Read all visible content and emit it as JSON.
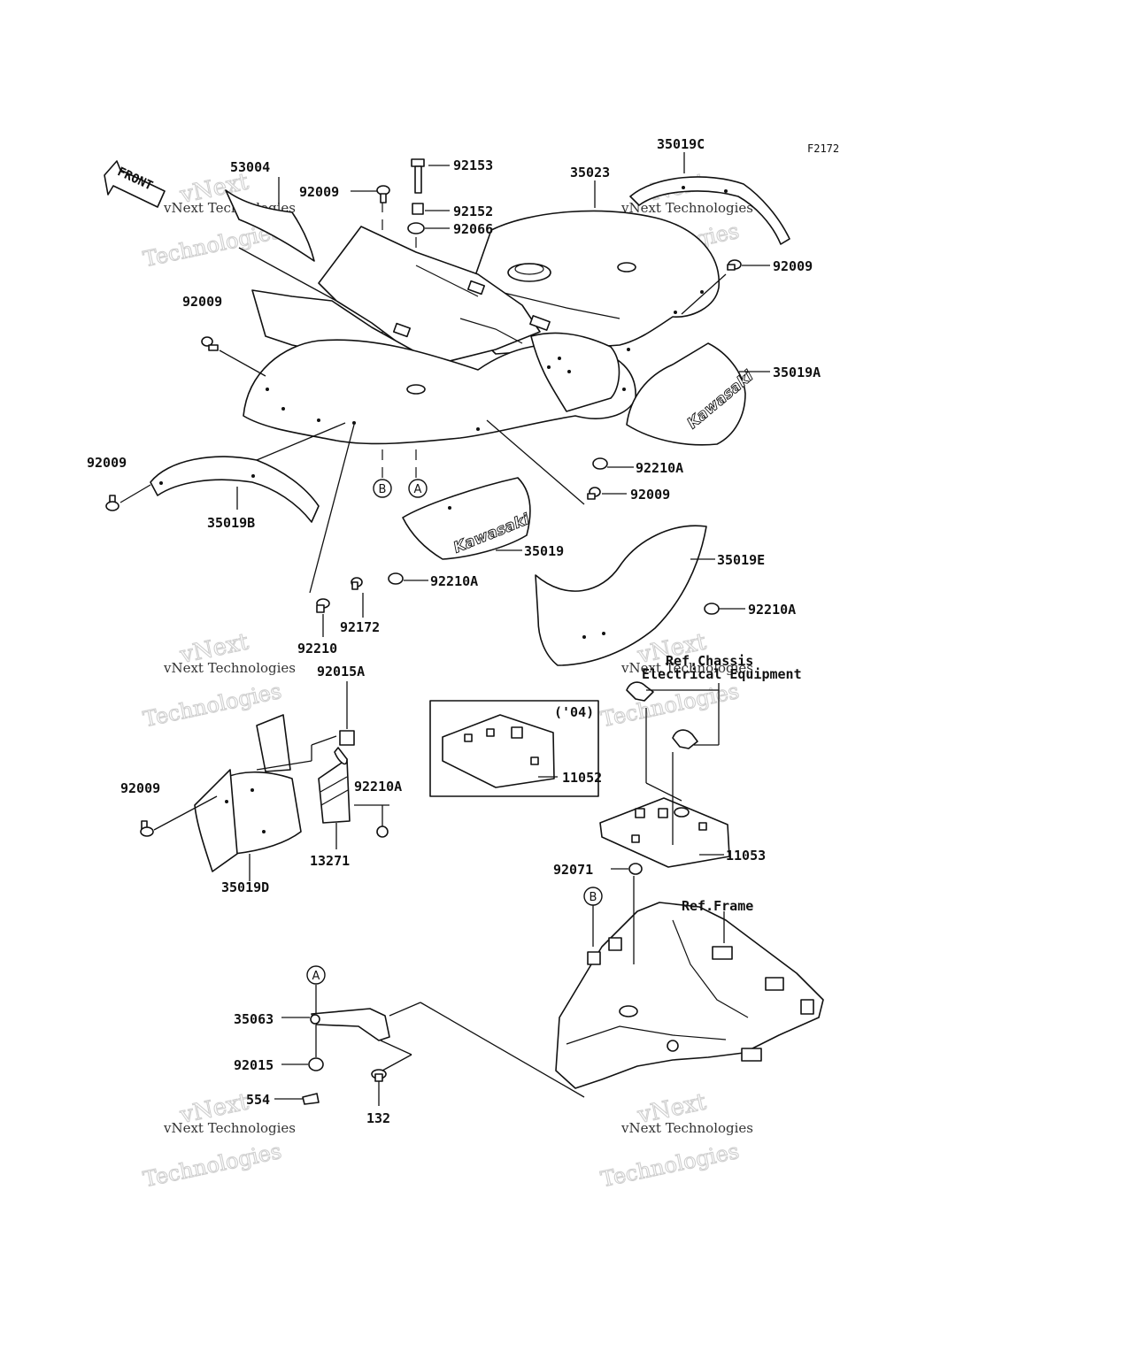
{
  "figure_code": "F2172",
  "front_label": "FRONT",
  "brand_decal": "Kawasaki",
  "watermark": {
    "line1": "vNext Technologies",
    "line2": "vNext",
    "line3": "Technologies"
  },
  "callouts": {
    "a": "A",
    "b": "B"
  },
  "reference_notes": {
    "chassis": [
      "Ref.Chassis",
      "Electrical Equipment"
    ],
    "frame": "Ref.Frame",
    "year": "('04)"
  },
  "part_labels": {
    "p53004": "53004",
    "p92009_top": "92009",
    "p92153": "92153",
    "p92152": "92152",
    "p92066": "92066",
    "p35023": "35023",
    "p35019C": "35019C",
    "p92009_right": "92009",
    "p92009_left": "92009",
    "p35019A": "35019A",
    "p92210A_right": "92210A",
    "p92009_center": "92009",
    "p92009_lower_left": "92009",
    "p35019B": "35019B",
    "p35019": "35019",
    "p92210A_center": "92210A",
    "p35019E": "35019E",
    "p92210A_far_right": "92210A",
    "p92172": "92172",
    "p92210": "92210",
    "p92015A": "92015A",
    "p11052": "11052",
    "p92009_mudguard": "92009",
    "p92210A_guard": "92210A",
    "p13271": "13271",
    "p35019D": "35019D",
    "p11053": "11053",
    "p92071": "92071",
    "p35063": "35063",
    "p92015": "92015",
    "p554": "554",
    "p132": "132"
  }
}
